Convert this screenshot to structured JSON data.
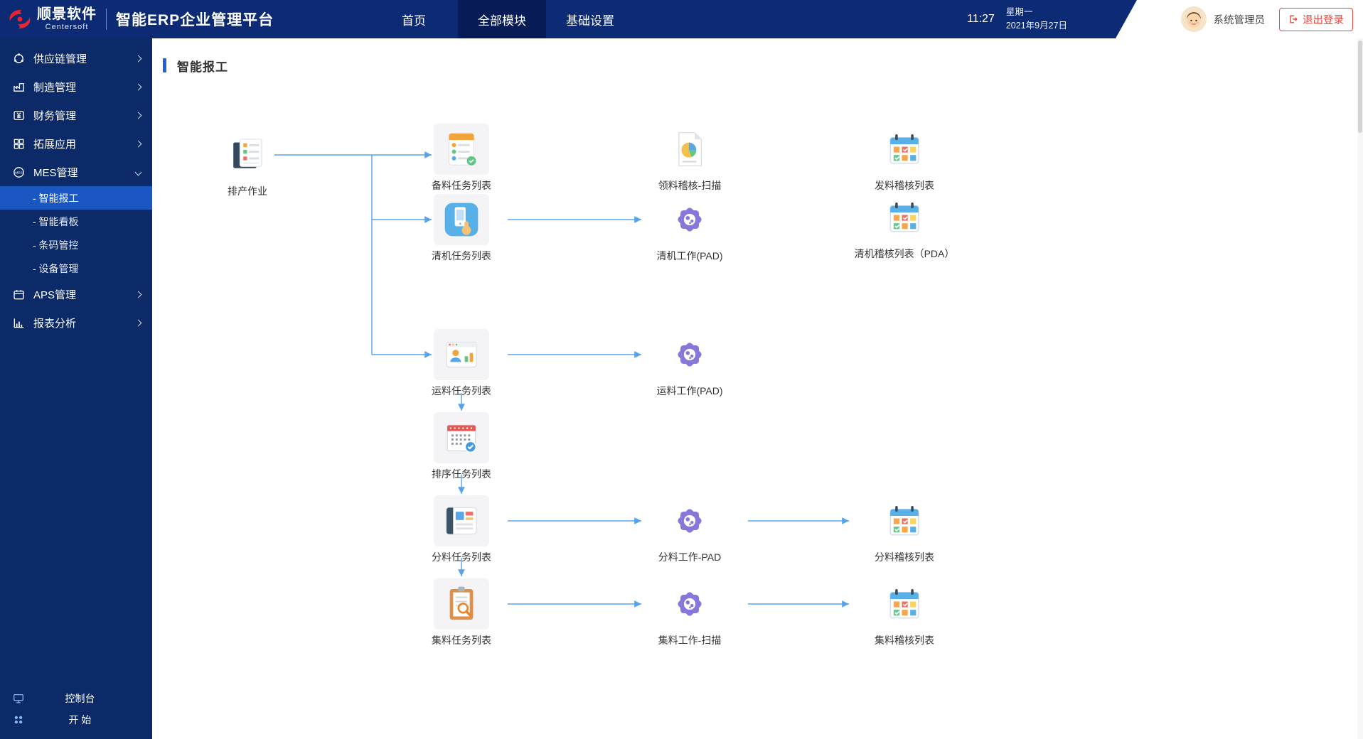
{
  "colors": {
    "header_bg": "#0c2b74",
    "active_tab_bg": "#071c56",
    "sidebar_bg": "#0b2a67",
    "active_subitem_bg": "#1b57c2",
    "accent_blue": "#1f62d0",
    "arrow_blue": "#55a3ef",
    "gear_purple": "#8678db",
    "logout_red": "#e8463c"
  },
  "header": {
    "logo_title": "顺景软件",
    "logo_subtitle": "Centersoft",
    "app_title": "智能ERP企业管理平台",
    "nav": [
      {
        "label": "首页",
        "active": false
      },
      {
        "label": "全部模块",
        "active": true
      },
      {
        "label": "基础设置",
        "active": false
      }
    ],
    "time": "11:27",
    "weekday": "星期一",
    "date": "2021年9月27日",
    "user": "系统管理员",
    "logout_label": "退出登录"
  },
  "sidebar": {
    "items": [
      {
        "label": "供应链管理",
        "icon": "supply-chain-icon",
        "expanded": false
      },
      {
        "label": "制造管理",
        "icon": "manufacturing-icon",
        "expanded": false
      },
      {
        "label": "财务管理",
        "icon": "finance-icon",
        "expanded": false
      },
      {
        "label": "拓展应用",
        "icon": "extensions-icon",
        "expanded": false
      },
      {
        "label": "MES管理",
        "icon": "mes-icon",
        "expanded": true,
        "children": [
          {
            "label": "- 智能报工",
            "active": true
          },
          {
            "label": "- 智能看板",
            "active": false
          },
          {
            "label": "- 条码管控",
            "active": false
          },
          {
            "label": "- 设备管理",
            "active": false
          }
        ]
      },
      {
        "label": "APS管理",
        "icon": "aps-icon",
        "expanded": false
      },
      {
        "label": "报表分析",
        "icon": "report-icon",
        "expanded": false
      }
    ],
    "footer": {
      "console": "控制台",
      "start": "开 始"
    }
  },
  "page": {
    "title": "智能报工"
  },
  "flow": {
    "nodes": [
      {
        "label": "排产作业",
        "icon": "plan-board-icon"
      },
      {
        "label": "备料任务列表",
        "icon": "task-list-icon"
      },
      {
        "label": "领料稽核-扫描",
        "icon": "doc-pie-icon"
      },
      {
        "label": "发料稽核列表",
        "icon": "calendar-check-icon"
      },
      {
        "label": "清机任务列表",
        "icon": "phone-hand-icon"
      },
      {
        "label": "清机工作(PAD)",
        "icon": "gear-icon"
      },
      {
        "label": "清机稽核列表（PDA）",
        "icon": "calendar-check-icon"
      },
      {
        "label": "运料任务列表",
        "icon": "browser-person-icon"
      },
      {
        "label": "运料工作(PAD)",
        "icon": "gear-icon"
      },
      {
        "label": "排序任务列表",
        "icon": "calendar-date-icon"
      },
      {
        "label": "分料任务列表",
        "icon": "window-colors-icon"
      },
      {
        "label": "分料工作-PAD",
        "icon": "gear-icon"
      },
      {
        "label": "分料稽核列表",
        "icon": "calendar-check-icon"
      },
      {
        "label": "集料任务列表",
        "icon": "clipboard-search-icon"
      },
      {
        "label": "集料工作-扫描",
        "icon": "gear-icon"
      },
      {
        "label": "集料稽核列表",
        "icon": "calendar-check-icon"
      }
    ]
  }
}
